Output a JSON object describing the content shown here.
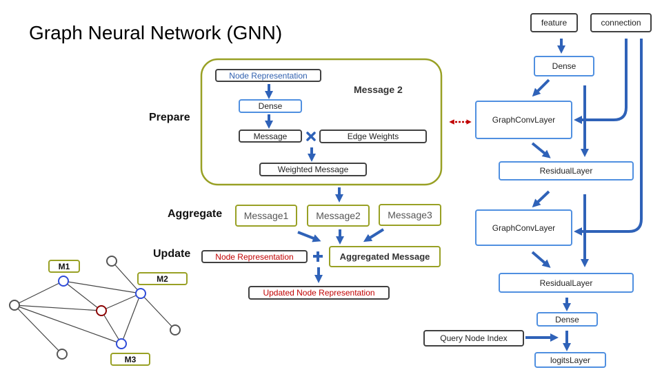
{
  "title": "Graph Neural Network (GNN)",
  "stages": {
    "prepare": "Prepare",
    "aggregate": "Aggregate",
    "update": "Update"
  },
  "prepare_group": {
    "title": "Message 2",
    "node_representation": "Node Representation",
    "dense": "Dense",
    "message": "Message",
    "edge_weights": "Edge Weights",
    "weighted_message": "Weighted Message"
  },
  "aggregate": {
    "messages": [
      "Message1",
      "Message2",
      "Message3"
    ],
    "aggregated_message": "Aggregated Message"
  },
  "update": {
    "node_representation": "Node Representation",
    "updated_node_representation": "Updated Node Representation"
  },
  "graph": {
    "labels": [
      "M1",
      "M2",
      "M3"
    ]
  },
  "model": {
    "feature": "feature",
    "connection": "connection",
    "dense_top": "Dense",
    "graph_conv_1": "GraphConvLayer",
    "residual_1": "ResidualLayer",
    "graph_conv_2": "GraphConvLayer",
    "residual_2": "ResidualLayer",
    "dense_bottom": "Dense",
    "query_node_index": "Query Node Index",
    "logits_layer": "logitsLayer"
  },
  "colors": {
    "arrow": "#2f62b8",
    "dark_border": "#404040",
    "blue_border": "#4f8fe0",
    "olive_border": "#98a024",
    "red_text": "#c00000",
    "blue_text": "#2f5fae"
  }
}
